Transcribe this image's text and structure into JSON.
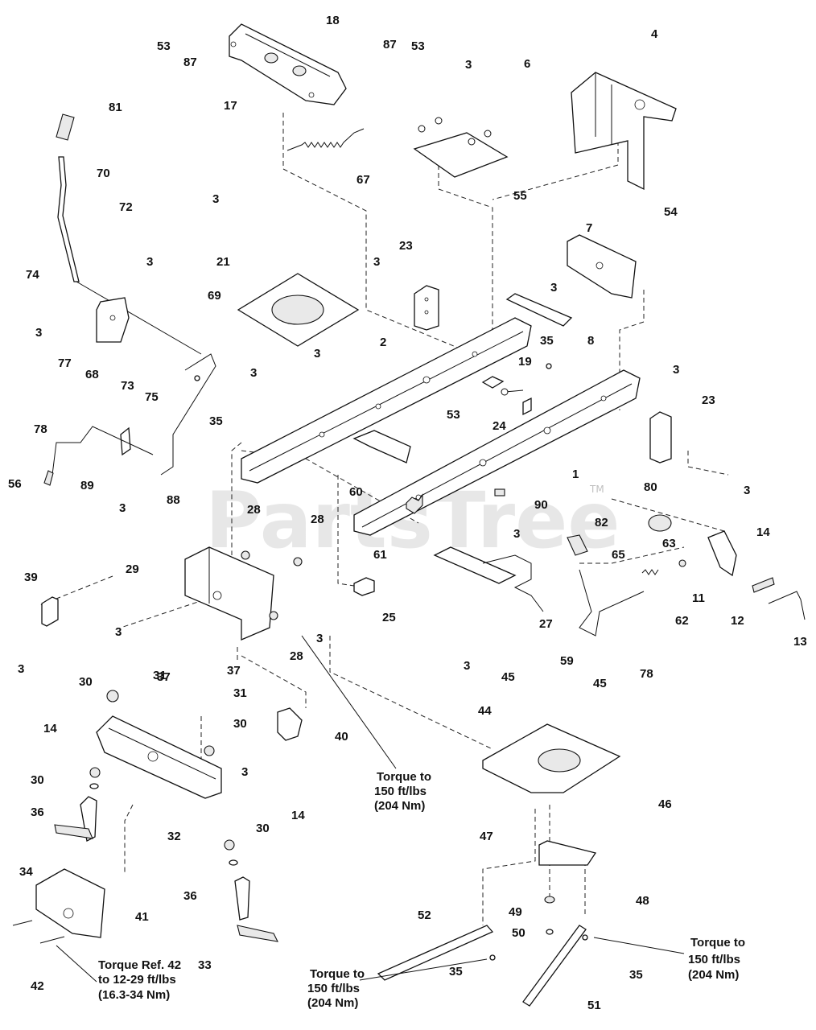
{
  "watermark": {
    "text": "PartsTree",
    "mark": "TM"
  },
  "callouts": [
    {
      "id": "c53a",
      "text": "53"
    },
    {
      "id": "c87a",
      "text": "87"
    },
    {
      "id": "c18",
      "text": "18"
    },
    {
      "id": "c87b",
      "text": "87"
    },
    {
      "id": "c53b",
      "text": "53"
    },
    {
      "id": "c17",
      "text": "17"
    },
    {
      "id": "c67",
      "text": "67"
    },
    {
      "id": "c3a",
      "text": "3"
    },
    {
      "id": "c55",
      "text": "55"
    },
    {
      "id": "c4",
      "text": "4"
    },
    {
      "id": "c6",
      "text": "6"
    },
    {
      "id": "c81",
      "text": "81"
    },
    {
      "id": "c70",
      "text": "70"
    },
    {
      "id": "c72",
      "text": "72"
    },
    {
      "id": "c74",
      "text": "74"
    },
    {
      "id": "c3b",
      "text": "3"
    },
    {
      "id": "c3c",
      "text": "3"
    },
    {
      "id": "c77",
      "text": "77"
    },
    {
      "id": "c68",
      "text": "68"
    },
    {
      "id": "c3d",
      "text": "3"
    },
    {
      "id": "c21",
      "text": "21"
    },
    {
      "id": "c69",
      "text": "69"
    },
    {
      "id": "c23a",
      "text": "23"
    },
    {
      "id": "c3e",
      "text": "3"
    },
    {
      "id": "c54",
      "text": "54"
    },
    {
      "id": "c7",
      "text": "7"
    },
    {
      "id": "c3f",
      "text": "3"
    },
    {
      "id": "c8",
      "text": "8"
    },
    {
      "id": "c2",
      "text": "2"
    },
    {
      "id": "c35a",
      "text": "35"
    },
    {
      "id": "c19",
      "text": "19"
    },
    {
      "id": "c3g",
      "text": "3"
    },
    {
      "id": "c3h",
      "text": "3"
    },
    {
      "id": "c35b",
      "text": "35"
    },
    {
      "id": "c73",
      "text": "73"
    },
    {
      "id": "c75",
      "text": "75"
    },
    {
      "id": "c78a",
      "text": "78"
    },
    {
      "id": "c56",
      "text": "56"
    },
    {
      "id": "c89",
      "text": "89"
    },
    {
      "id": "c88",
      "text": "88"
    },
    {
      "id": "c24",
      "text": "24"
    },
    {
      "id": "c53c",
      "text": "53"
    },
    {
      "id": "c3i",
      "text": "3"
    },
    {
      "id": "c23b",
      "text": "23"
    },
    {
      "id": "c1",
      "text": "1"
    },
    {
      "id": "c60",
      "text": "60"
    },
    {
      "id": "c90",
      "text": "90"
    },
    {
      "id": "c3j",
      "text": "3"
    },
    {
      "id": "c80",
      "text": "80"
    },
    {
      "id": "c14a",
      "text": "14"
    },
    {
      "id": "c61",
      "text": "61"
    },
    {
      "id": "c82",
      "text": "82"
    },
    {
      "id": "c3k",
      "text": "3"
    },
    {
      "id": "c65",
      "text": "65"
    },
    {
      "id": "c63",
      "text": "63"
    },
    {
      "id": "c3l",
      "text": "3"
    },
    {
      "id": "c28a",
      "text": "28"
    },
    {
      "id": "c28b",
      "text": "28"
    },
    {
      "id": "c39",
      "text": "39"
    },
    {
      "id": "c29",
      "text": "29"
    },
    {
      "id": "c25",
      "text": "25"
    },
    {
      "id": "c27",
      "text": "27"
    },
    {
      "id": "c62",
      "text": "62"
    },
    {
      "id": "c11",
      "text": "11"
    },
    {
      "id": "c12",
      "text": "12"
    },
    {
      "id": "c13",
      "text": "13"
    },
    {
      "id": "c3m",
      "text": "3"
    },
    {
      "id": "c3n",
      "text": "3"
    },
    {
      "id": "c3o",
      "text": "3"
    },
    {
      "id": "c28c",
      "text": "28"
    },
    {
      "id": "c3p",
      "text": "3"
    },
    {
      "id": "c37a",
      "text": "37"
    },
    {
      "id": "c31a",
      "text": "31"
    },
    {
      "id": "c30a",
      "text": "30"
    },
    {
      "id": "c37b",
      "text": "37"
    },
    {
      "id": "c31b",
      "text": "31"
    },
    {
      "id": "c30b",
      "text": "30"
    },
    {
      "id": "c78b",
      "text": "78"
    },
    {
      "id": "c45a",
      "text": "45"
    },
    {
      "id": "c59",
      "text": "59"
    },
    {
      "id": "c45b",
      "text": "45"
    },
    {
      "id": "c44",
      "text": "44"
    },
    {
      "id": "c40",
      "text": "40"
    },
    {
      "id": "c14b",
      "text": "14"
    },
    {
      "id": "c3q",
      "text": "3"
    },
    {
      "id": "c30c",
      "text": "30"
    },
    {
      "id": "c36a",
      "text": "36"
    },
    {
      "id": "c46",
      "text": "46"
    },
    {
      "id": "c32",
      "text": "32"
    },
    {
      "id": "c47",
      "text": "47"
    },
    {
      "id": "c30d",
      "text": "30"
    },
    {
      "id": "c14c",
      "text": "14"
    },
    {
      "id": "c34",
      "text": "34"
    },
    {
      "id": "c36b",
      "text": "36"
    },
    {
      "id": "c48",
      "text": "48"
    },
    {
      "id": "c41",
      "text": "41"
    },
    {
      "id": "c52",
      "text": "52"
    },
    {
      "id": "c49",
      "text": "49"
    },
    {
      "id": "c50",
      "text": "50"
    },
    {
      "id": "c33",
      "text": "33"
    },
    {
      "id": "c42",
      "text": "42"
    },
    {
      "id": "c35c",
      "text": "35"
    },
    {
      "id": "c35d",
      "text": "35"
    },
    {
      "id": "c51",
      "text": "51"
    }
  ],
  "notes": {
    "torque_center": [
      "Torque to",
      "150 ft/lbs",
      "(204 Nm)"
    ],
    "torque_bottom_left": [
      "Torque to",
      "150 ft/lbs",
      "(204 Nm)"
    ],
    "torque_bottom_right": [
      "Torque to",
      "150 ft/lbs",
      "(204 Nm)"
    ],
    "torque_ref": [
      "Torque Ref. 42",
      "to 12-29 ft/lbs",
      "(16.3-34 Nm)"
    ]
  }
}
